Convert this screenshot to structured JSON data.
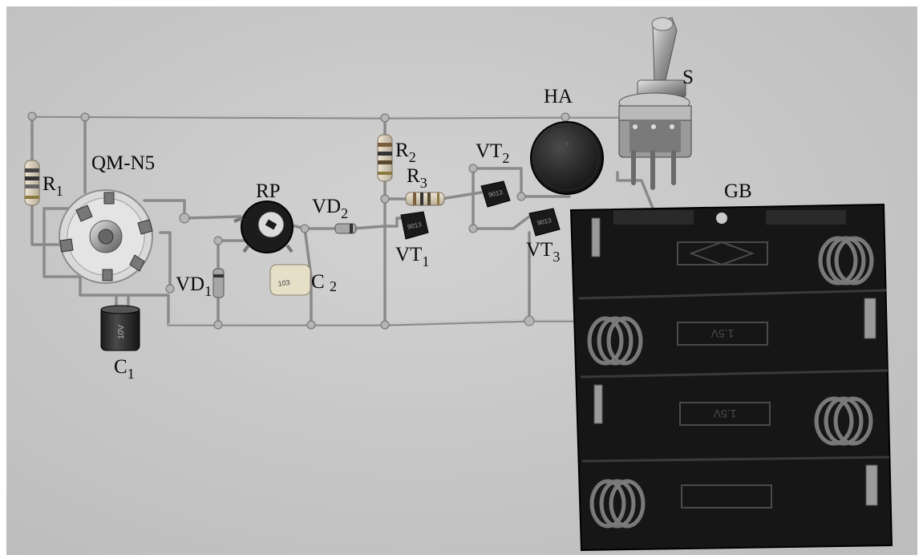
{
  "photo": {
    "background_color": "#c9c9c9",
    "border_color": "#ffffff"
  },
  "labels": {
    "r1": {
      "main": "R",
      "sub": "1"
    },
    "qm": {
      "main": "QM-N5"
    },
    "rp": {
      "main": "RP"
    },
    "vd2": {
      "main": "VD",
      "sub": "2"
    },
    "r2": {
      "main": "R",
      "sub": "2"
    },
    "r3": {
      "main": "R",
      "sub": "3"
    },
    "vt2": {
      "main": "VT",
      "sub": "2"
    },
    "vt1": {
      "main": "VT",
      "sub": "1"
    },
    "vt3": {
      "main": "VT",
      "sub": "3"
    },
    "vd1": {
      "main": "VD",
      "sub": "1"
    },
    "c2": {
      "main": "C ",
      "sub": "2"
    },
    "c1": {
      "main": "C",
      "sub": "1"
    },
    "ha": {
      "main": "HA"
    },
    "s": {
      "main": "S"
    },
    "gb": {
      "main": "GB"
    }
  },
  "markings": {
    "battery_voltage": "1.5V",
    "capacitor_c2": "103",
    "capacitor_c1": "10V",
    "transistor_code": "9013",
    "buzzer_mark": "+"
  }
}
